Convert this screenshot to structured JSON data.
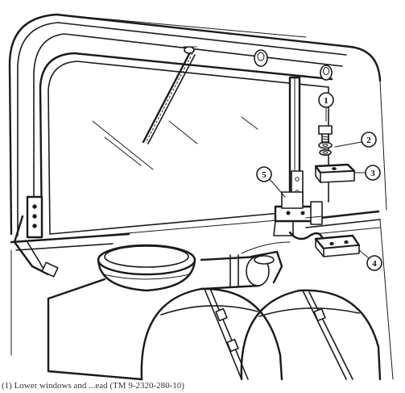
{
  "figure": {
    "callouts": [
      {
        "id": "callout-1",
        "number": "1",
        "part": "screw"
      },
      {
        "id": "callout-2",
        "number": "2",
        "part": "washer"
      },
      {
        "id": "callout-3",
        "number": "3",
        "part": "spacer"
      },
      {
        "id": "callout-4",
        "number": "4",
        "part": "bracket"
      },
      {
        "id": "callout-5",
        "number": "5",
        "part": "windshield bracket"
      }
    ],
    "caption_fragment": "(1) Lower windows and ...ead (TM 9-2320-280-10)"
  }
}
